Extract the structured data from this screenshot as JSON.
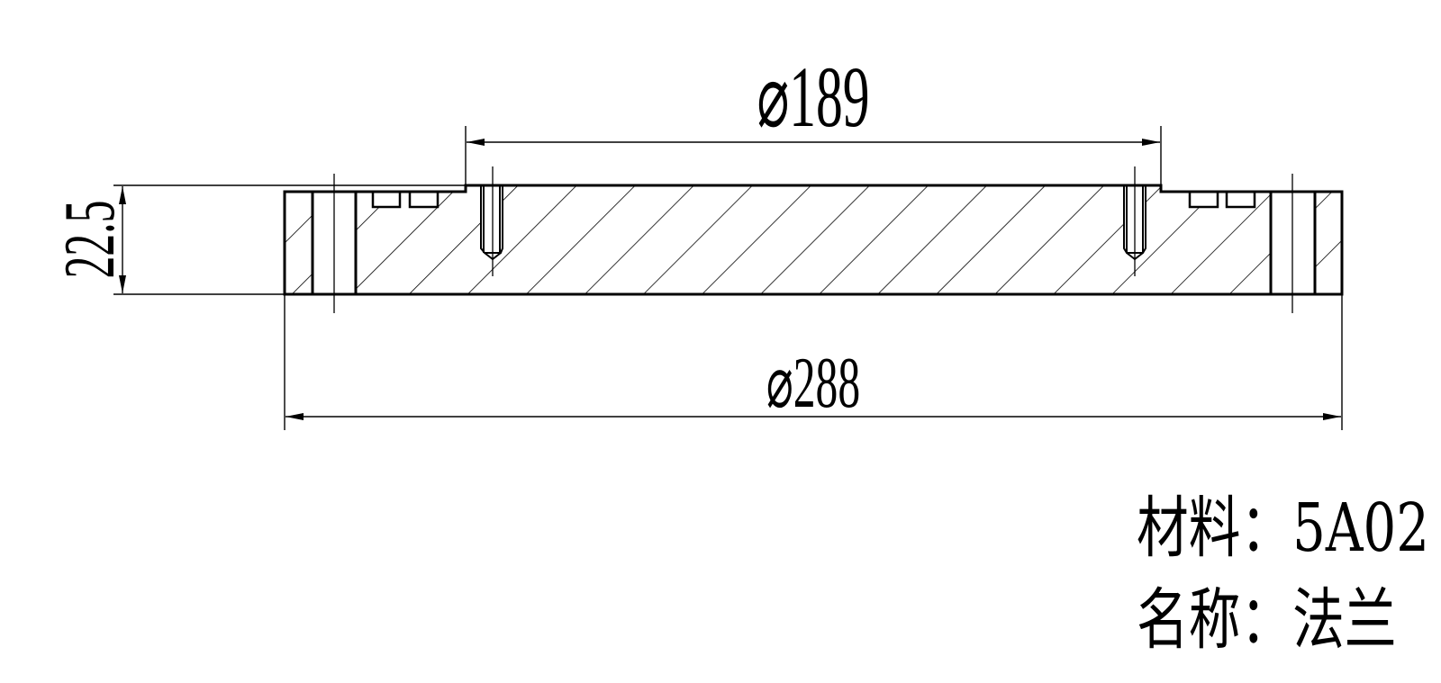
{
  "dimensions": {
    "inner_diameter": "⌀189",
    "outer_diameter": "⌀288",
    "thickness": "22.5"
  },
  "title_block": {
    "material_label": "材料：",
    "material_value": "5A02",
    "name_label": "名称：",
    "name_value": "法兰"
  },
  "colors": {
    "line": "#000000",
    "background": "#ffffff"
  }
}
